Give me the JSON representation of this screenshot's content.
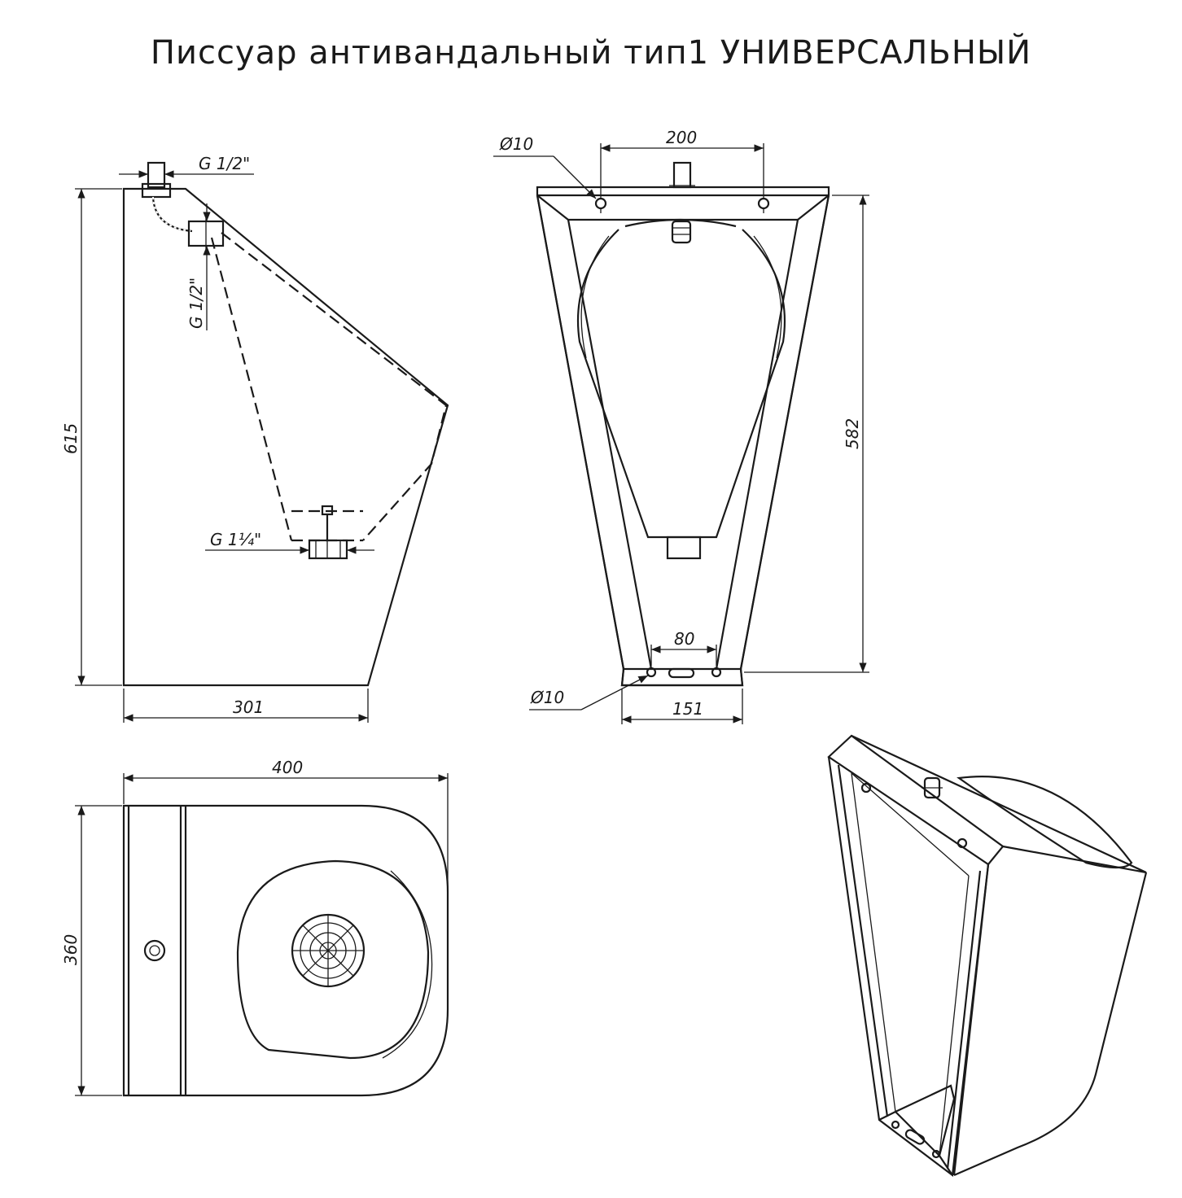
{
  "title": "Писсуар антивандальный тип1 УНИВЕРСАЛЬНЫЙ",
  "side_view": {
    "height": "615",
    "width": "301",
    "inlet_top": "G 1/2\"",
    "inlet_side": "G 1/2\"",
    "drain": "G 1¼\""
  },
  "front_view": {
    "hole_spacing_top": "200",
    "hole_top": "Ø10",
    "height": "582",
    "hole_spacing_bottom": "80",
    "hole_bottom": "Ø10",
    "bottom_width": "151"
  },
  "top_view": {
    "width": "400",
    "depth": "360"
  }
}
